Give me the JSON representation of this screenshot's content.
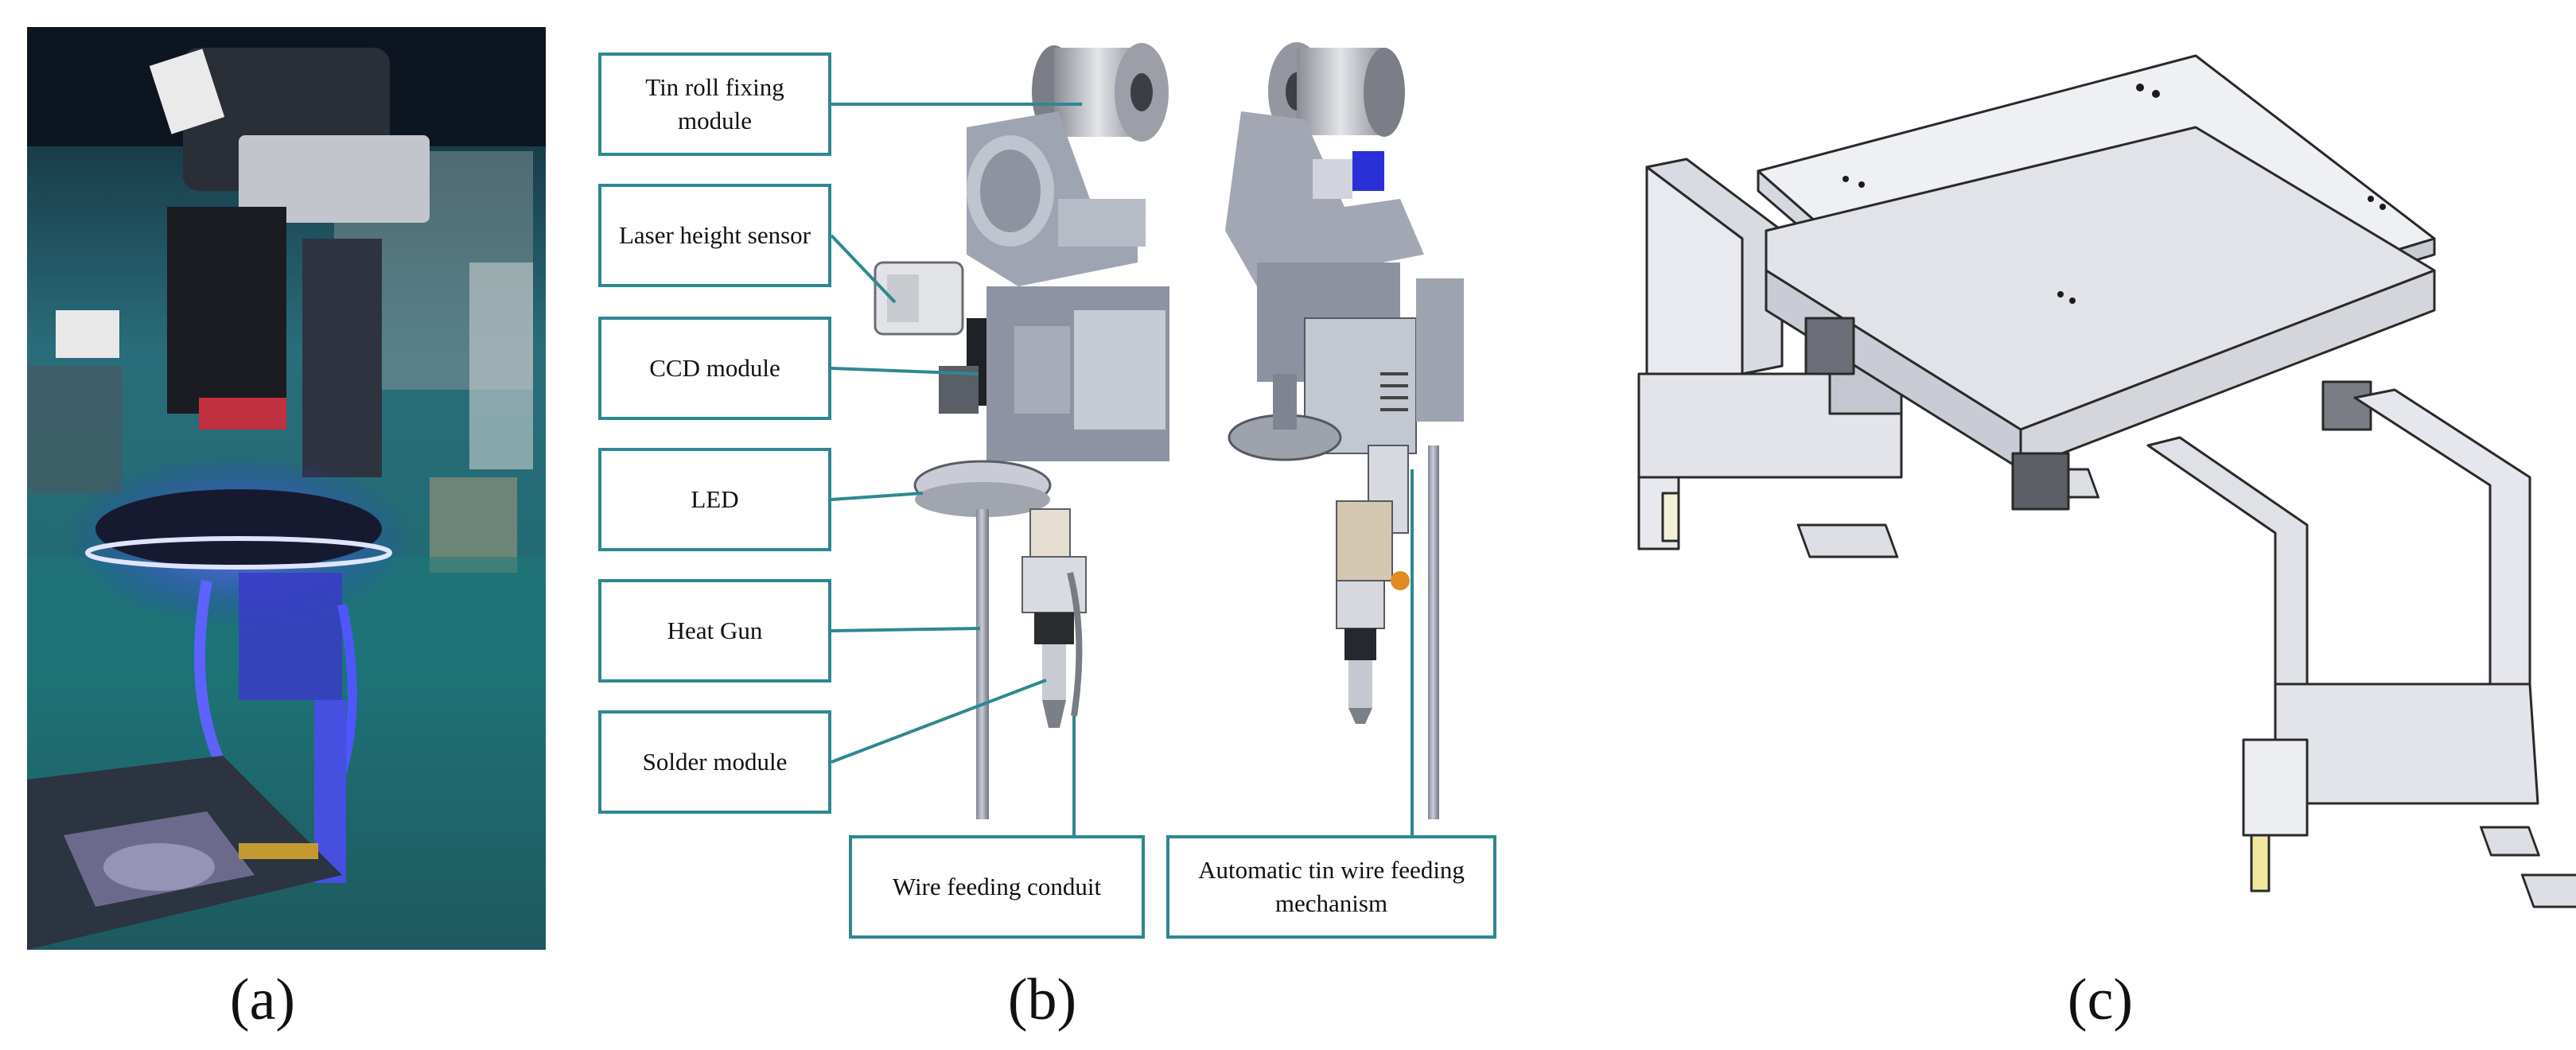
{
  "panel_a": {
    "caption": "(a)",
    "description_icon": "photo-of-soldering-head"
  },
  "panel_b": {
    "caption": "(b)",
    "labels": {
      "tin_roll": "Tin roll fixing module",
      "laser_sensor": "Laser height sensor",
      "ccd": "CCD module",
      "led": "LED",
      "heat_gun": "Heat Gun",
      "solder": "Solder module",
      "wire_conduit": "Wire feeding conduit",
      "auto_feed": "Automatic tin wire feeding mechanism"
    }
  },
  "panel_c": {
    "caption": "(c)"
  },
  "colors": {
    "label_border": "#2f8791",
    "leader_line": "#2f8791",
    "photo_bg": "#1d5a67",
    "cad_face": "#e6e6ec",
    "cad_edge": "#2a2a2a"
  }
}
